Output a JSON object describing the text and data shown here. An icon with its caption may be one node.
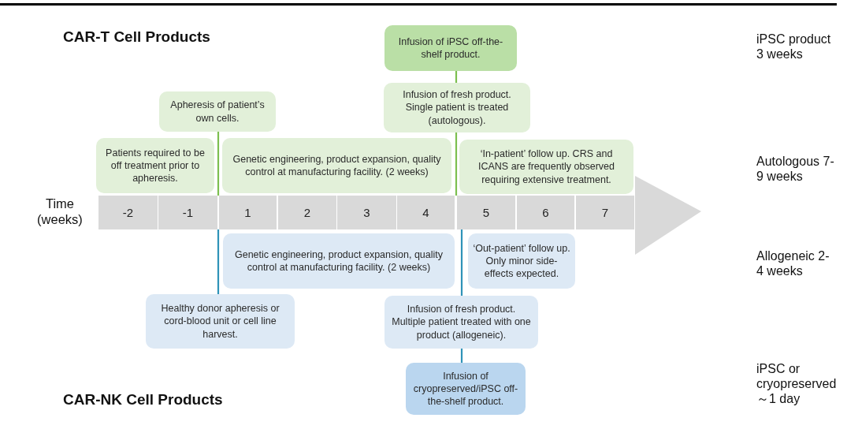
{
  "diagram": {
    "nodes": [
      {
        "text": [
          "Infusion of iPSC off-the-shelf product."
        ]
      },
      {
        "text": [
          "Infusion of fresh product. Single patient is treated (autologous)."
        ]
      },
      {
        "text": [
          "Apheresis of patient’s own cells."
        ]
      },
      {
        "text": [
          "Patients required to be off treatment prior to apheresis."
        ]
      },
      {
        "text": [
          "Genetic engineering, product expansion, quality control at manufacturing facility. (2 weeks)"
        ]
      },
      {
        "text": [
          "‘In-patient’ follow up. CRS and ICANS are frequently observed requiring extensive treatment."
        ]
      },
      {
        "text": [
          "-2",
          "-1",
          "1",
          "2",
          "3",
          "4",
          "5",
          "6",
          "7"
        ],
        "beside": [
          "Time (weeks)"
        ]
      },
      {
        "text": [
          "Genetic engineering, product expansion, quality control at manufacturing facility. (2 weeks)"
        ]
      },
      {
        "text": [
          "‘Out-patient’ follow up. Only minor side-effects expected."
        ]
      },
      {
        "text": [
          "Healthy donor apheresis or cord-blood unit or cell line harvest."
        ]
      },
      {
        "text": [
          "Infusion of fresh product. Multiple patient treated with one product (allogeneic)."
        ]
      },
      {
        "text": [
          "Infusion of cryopreserved/iPSC off-the-shelf product."
        ]
      }
    ],
    "edges": [
      {
        "from": 0,
        "to": 1,
        "arrow": "none",
        "color": "#7cbf4f"
      },
      {
        "from": 1,
        "to": 6,
        "arrow": "none",
        "color": "#7cbf4f"
      },
      {
        "from": 2,
        "to": 6,
        "arrow": "none",
        "color": "#7cbf4f"
      },
      {
        "from": 6,
        "to": 9,
        "arrow": "none",
        "color": "#2f93b8"
      },
      {
        "from": 6,
        "to": 10,
        "arrow": "none",
        "color": "#2f93b8"
      },
      {
        "from": 10,
        "to": 11,
        "arrow": "none",
        "color": "#2f93b8"
      }
    ],
    "labels": [
      "CAR-T Cell Products",
      "iPSC product 3 weeks",
      "Autologous 7-9 weeks",
      "Allogeneic 2-4 weeks",
      "iPSC or cryopreserved ～1 day",
      "CAR-NK Cell Products"
    ]
  }
}
